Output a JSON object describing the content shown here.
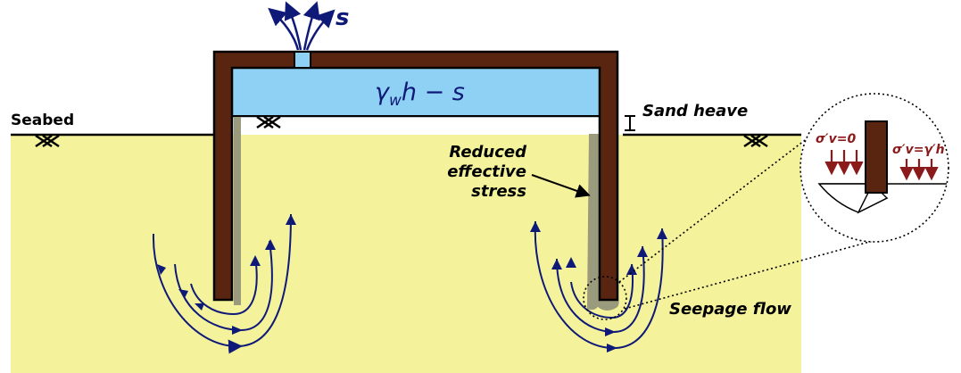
{
  "labels": {
    "seabed": "Seabed",
    "suction": "s",
    "pressure_prefix": "γ",
    "pressure_sub": "w",
    "pressure_suffix": "h − s",
    "sand_heave": "Sand heave",
    "reduced_1": "Reduced",
    "reduced_2": "effective",
    "reduced_3": "stress",
    "seepage": "Seepage flow",
    "inset_left": "σ′v=0",
    "inset_right": "σ′v=γ′h"
  },
  "colors": {
    "soil": "#f4f29a",
    "caisson": "#5a2510",
    "water": "#8fd1f5",
    "flow": "#0f1a78",
    "inset_arrow": "#8b1a1a",
    "shadow": "#9a9a7c"
  }
}
